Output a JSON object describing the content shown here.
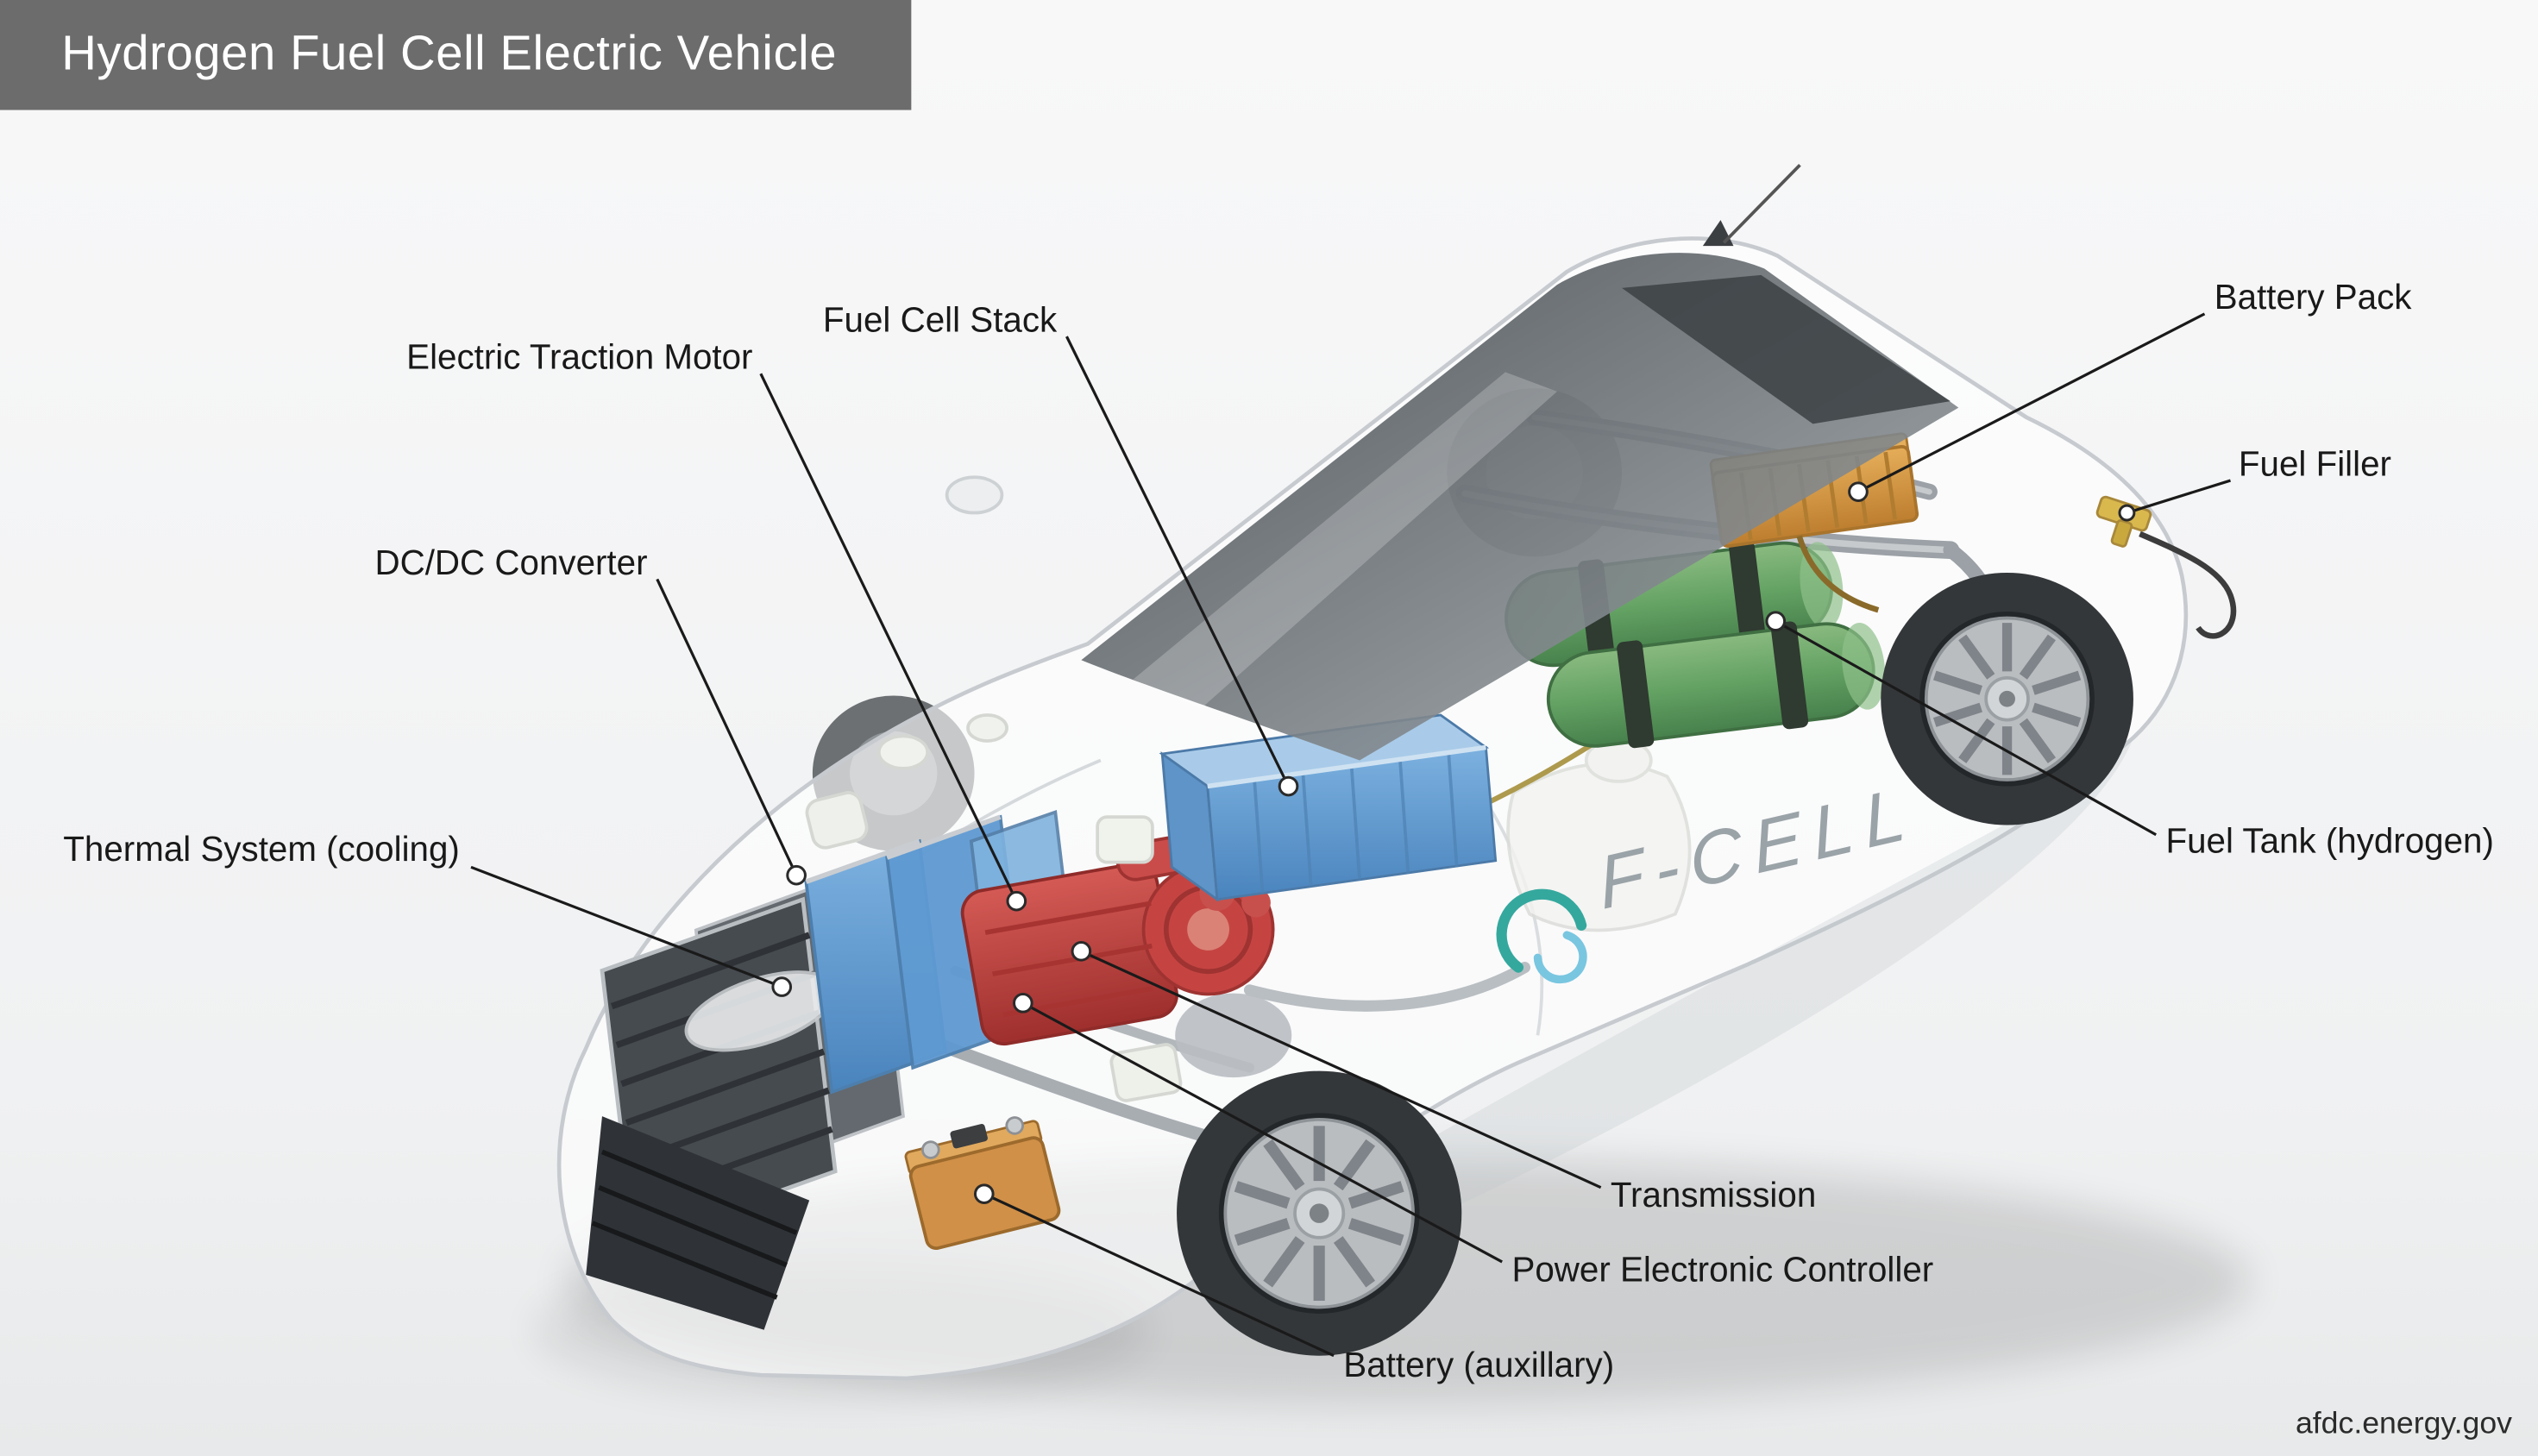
{
  "title": "Hydrogen Fuel Cell Electric Vehicle",
  "source": "afdc.energy.gov",
  "vehicle_badge": "F-CELL",
  "labels": [
    {
      "id": "fuel-cell-stack",
      "text": "Fuel Cell Stack"
    },
    {
      "id": "electric-traction-motor",
      "text": "Electric Traction Motor"
    },
    {
      "id": "battery-pack",
      "text": "Battery Pack"
    },
    {
      "id": "fuel-filler",
      "text": "Fuel Filler"
    },
    {
      "id": "dc-dc-converter",
      "text": "DC/DC Converter"
    },
    {
      "id": "thermal-system",
      "text": "Thermal System (cooling)"
    },
    {
      "id": "fuel-tank",
      "text": "Fuel Tank (hydrogen)"
    },
    {
      "id": "transmission",
      "text": "Transmission"
    },
    {
      "id": "power-electronic-controller",
      "text": "Power Electronic Controller"
    },
    {
      "id": "battery-auxiliary",
      "text": "Battery (auxillary)"
    }
  ],
  "colors": {
    "title_bar": "#6c6c6c",
    "background": "#f1f2f3",
    "fuel_cell_stack": "#5f9fd8",
    "fuel_tank": "#63a263",
    "battery_pack": "#d28f3f",
    "traction_motor": "#c4403e",
    "aux_battery": "#d09048",
    "fcell_accent": "#35a89e"
  }
}
